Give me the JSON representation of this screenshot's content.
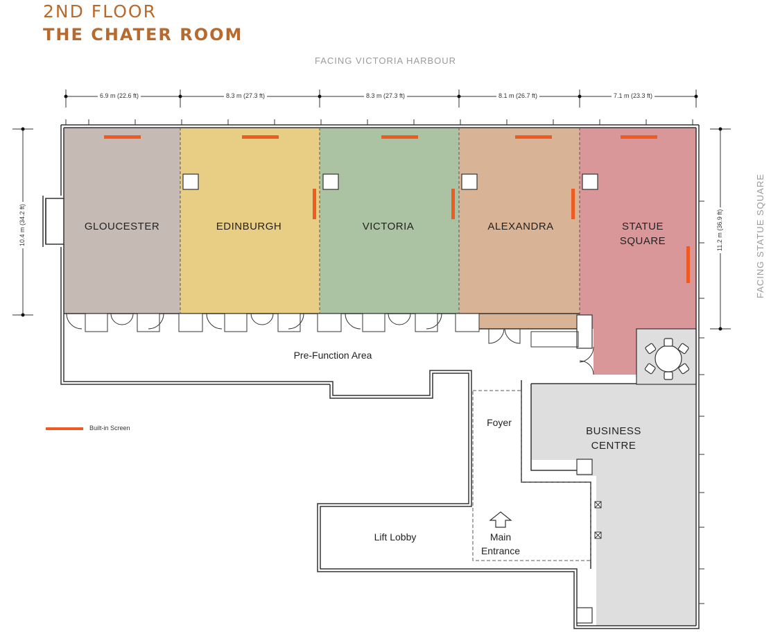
{
  "header": {
    "floor": "2ND FLOOR",
    "room": "THE CHATER ROOM",
    "facing_top": "FACING VICTORIA HARBOUR",
    "facing_right": "FACING STATUE SQUARE"
  },
  "dimensions": {
    "widths": [
      "6.9 m (22.6 ft)",
      "8.3 m (27.3 ft)",
      "8.3 m (27.3 ft)",
      "8.1 m (26.7 ft)",
      "7.1 m (23.3 ft)"
    ],
    "left_height": "10.4 m (34.2 ft)",
    "right_height": "11.2 m (36.9 ft)"
  },
  "rooms": [
    {
      "name": "GLOUCESTER",
      "color": "#c6bab5"
    },
    {
      "name": "EDINBURGH",
      "color": "#e8cd85"
    },
    {
      "name": "VICTORIA",
      "color": "#abc2a3"
    },
    {
      "name": "ALEXANDRA",
      "color": "#d9b396"
    },
    {
      "name": "STATUE SQUARE",
      "color": "#da979a"
    }
  ],
  "areas": {
    "prefunction": "Pre-Function Area",
    "foyer": "Foyer",
    "business_centre": "BUSINESS CENTRE",
    "business_color": "#dededf",
    "lift_lobby": "Lift Lobby",
    "main_entrance": "Main Entrance"
  },
  "legend": {
    "builtin_screen": "Built-in Screen",
    "screen_color": "#ef5a23"
  }
}
